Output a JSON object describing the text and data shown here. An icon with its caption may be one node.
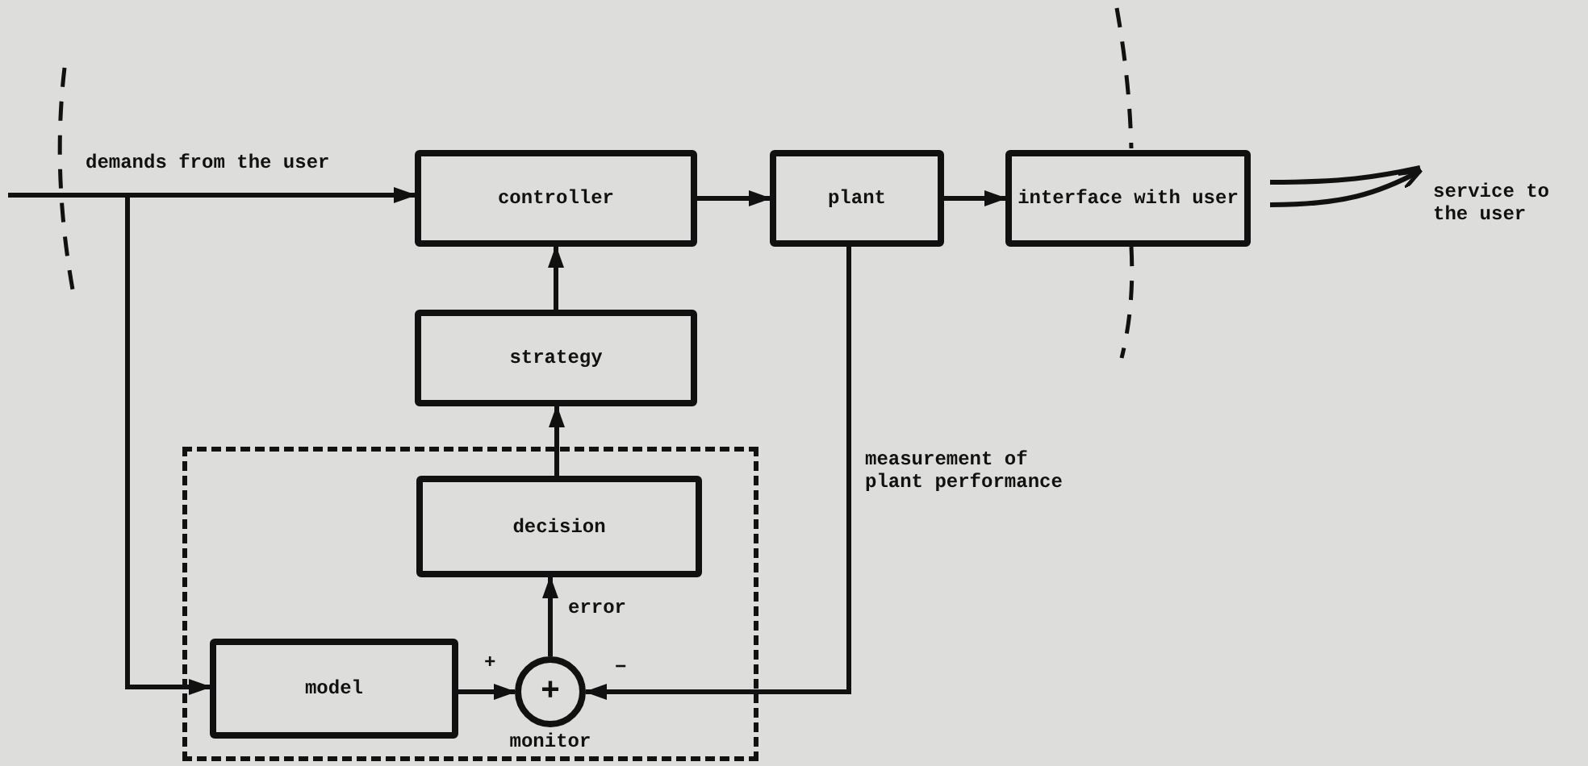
{
  "diagram": {
    "nodes": [
      {
        "text": [
          "controller"
        ]
      },
      {
        "text": [
          "plant"
        ]
      },
      {
        "text": [
          "interface with user"
        ]
      },
      {
        "text": [
          "service to the user"
        ]
      },
      {
        "text": [
          "strategy"
        ]
      },
      {
        "text": [],
        "shape": "box"
      },
      {
        "text": [
          "decision"
        ],
        "in": 5
      },
      {
        "text": [
          "model"
        ],
        "in": 5
      },
      {
        "text": [
          "+"
        ],
        "in": 5,
        "beside": [
          "monitor"
        ]
      }
    ],
    "edges": [
      {
        "from": null,
        "to": 0,
        "arrow": "to",
        "label": "demands from the user"
      },
      {
        "from": null,
        "to": 7,
        "arrow": "to"
      },
      {
        "from": 0,
        "to": 1,
        "arrow": "to"
      },
      {
        "from": 1,
        "to": 2,
        "arrow": "to"
      },
      {
        "from": 2,
        "to": 3,
        "arrow": "to"
      },
      {
        "from": 4,
        "to": 0,
        "arrow": "to"
      },
      {
        "from": 6,
        "to": 4,
        "arrow": "to"
      },
      {
        "from": 8,
        "to": 6,
        "arrow": "to",
        "label": "error"
      },
      {
        "from": 7,
        "to": 8,
        "arrow": "to"
      },
      {
        "from": 1,
        "to": 8,
        "arrow": "to",
        "label": "measurement of plant performance"
      }
    ],
    "labels": [
      "+",
      "−"
    ]
  }
}
